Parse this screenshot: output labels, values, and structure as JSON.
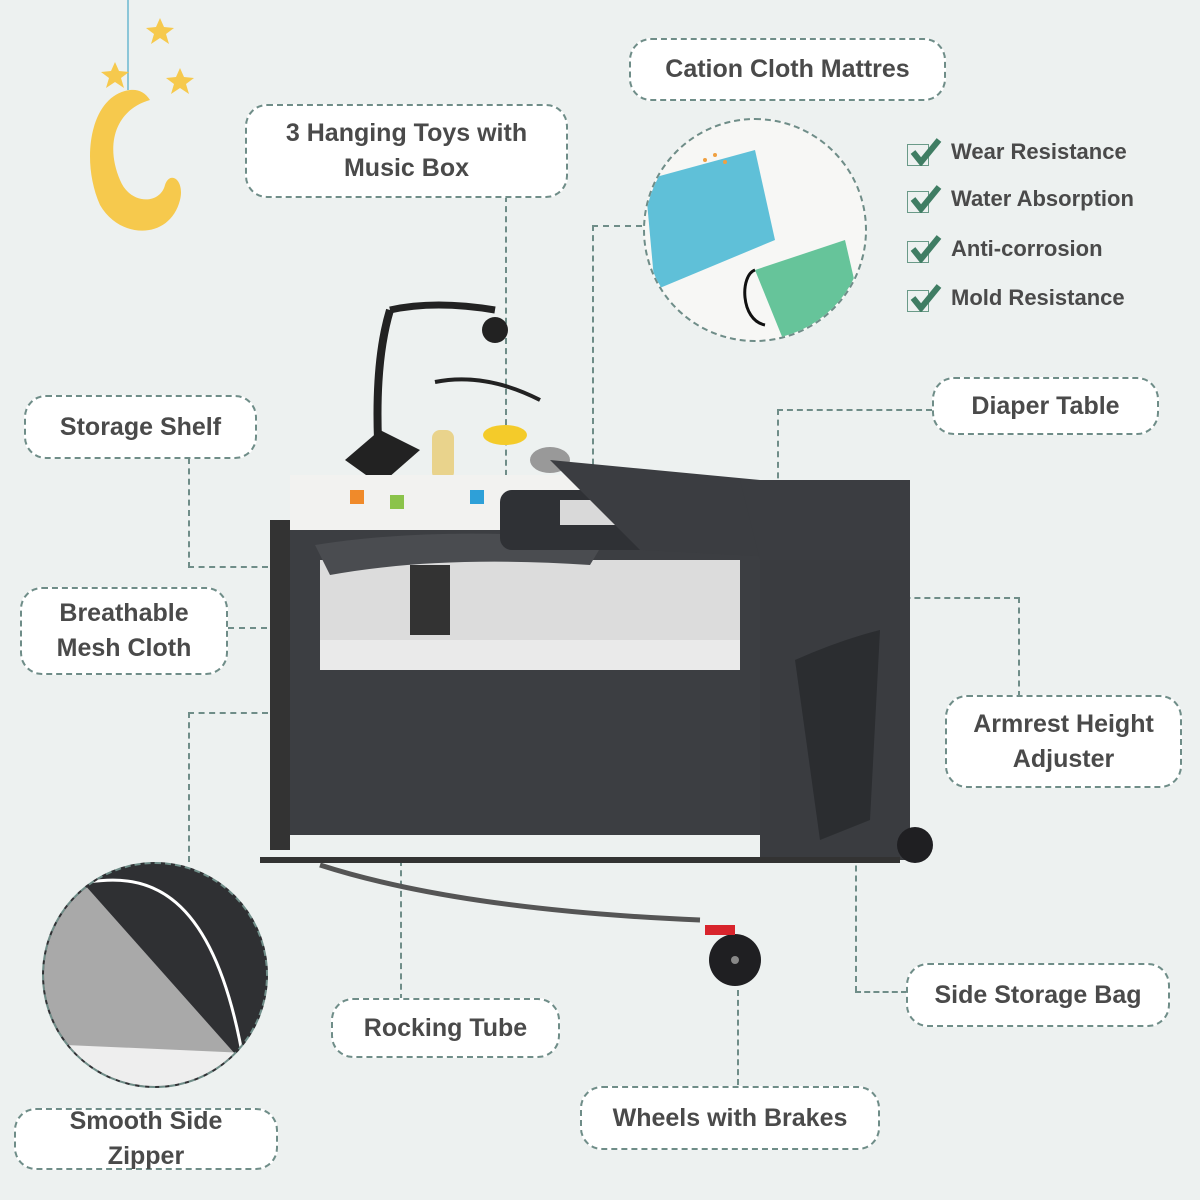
{
  "labels": {
    "cation_cloth": "Cation Cloth Mattres",
    "hanging_toys_line1": "3 Hanging Toys with",
    "hanging_toys_line2": "Music Box",
    "storage_shelf": "Storage Shelf",
    "breathable_line1": "Breathable",
    "breathable_line2": "Mesh Cloth",
    "diaper_table": "Diaper Table",
    "armrest_line1": "Armrest Height",
    "armrest_line2": "Adjuster",
    "side_storage": "Side Storage Bag",
    "rocking_tube": "Rocking Tube",
    "wheels": "Wheels with Brakes",
    "side_zipper": "Smooth Side Zipper"
  },
  "features": [
    {
      "label": "Wear Resistance",
      "icon": "check-icon"
    },
    {
      "label": "Water Absorption",
      "icon": "check-icon"
    },
    {
      "label": "Anti-corrosion",
      "icon": "check-icon"
    },
    {
      "label": "Mold Resistance",
      "icon": "check-icon"
    }
  ],
  "colors": {
    "background": "#edf1f0",
    "border": "#6f8d88",
    "check": "#3f7d63",
    "text": "#4a4a4a",
    "crib": "#3c3e42",
    "moon": "#f6c94d"
  }
}
